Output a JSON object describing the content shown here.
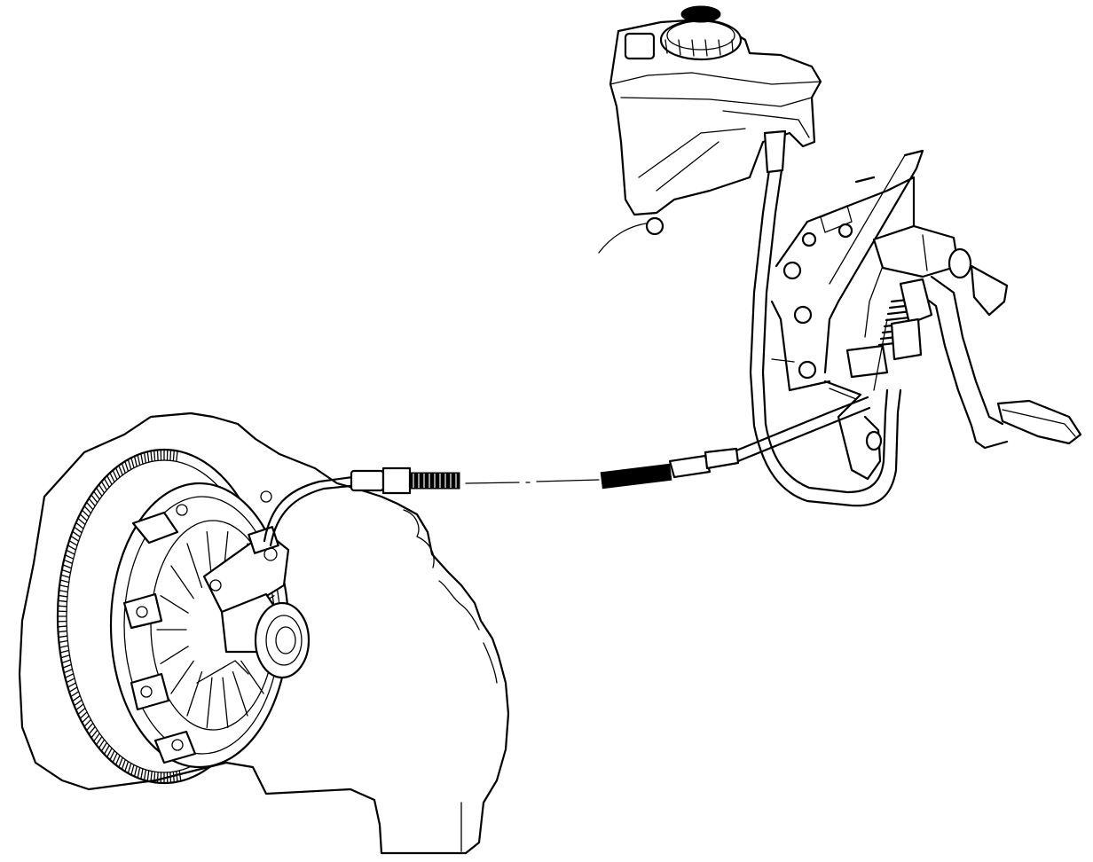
{
  "figure": {
    "title": "",
    "parts": [
      {
        "id": "fluid-reservoir",
        "label": ""
      },
      {
        "id": "master-cylinder",
        "label": ""
      },
      {
        "id": "clutch-pedal",
        "label": ""
      },
      {
        "id": "hydraulic-pipe",
        "label": ""
      },
      {
        "id": "quick-connector",
        "label": ""
      },
      {
        "id": "concentric-slave-cylinder",
        "label": ""
      },
      {
        "id": "clutch-pressure-plate",
        "label": ""
      },
      {
        "id": "flywheel",
        "label": ""
      },
      {
        "id": "gearbox-housing",
        "label": ""
      }
    ]
  },
  "colors": {
    "ink": "#000000",
    "paper": "#ffffff"
  }
}
